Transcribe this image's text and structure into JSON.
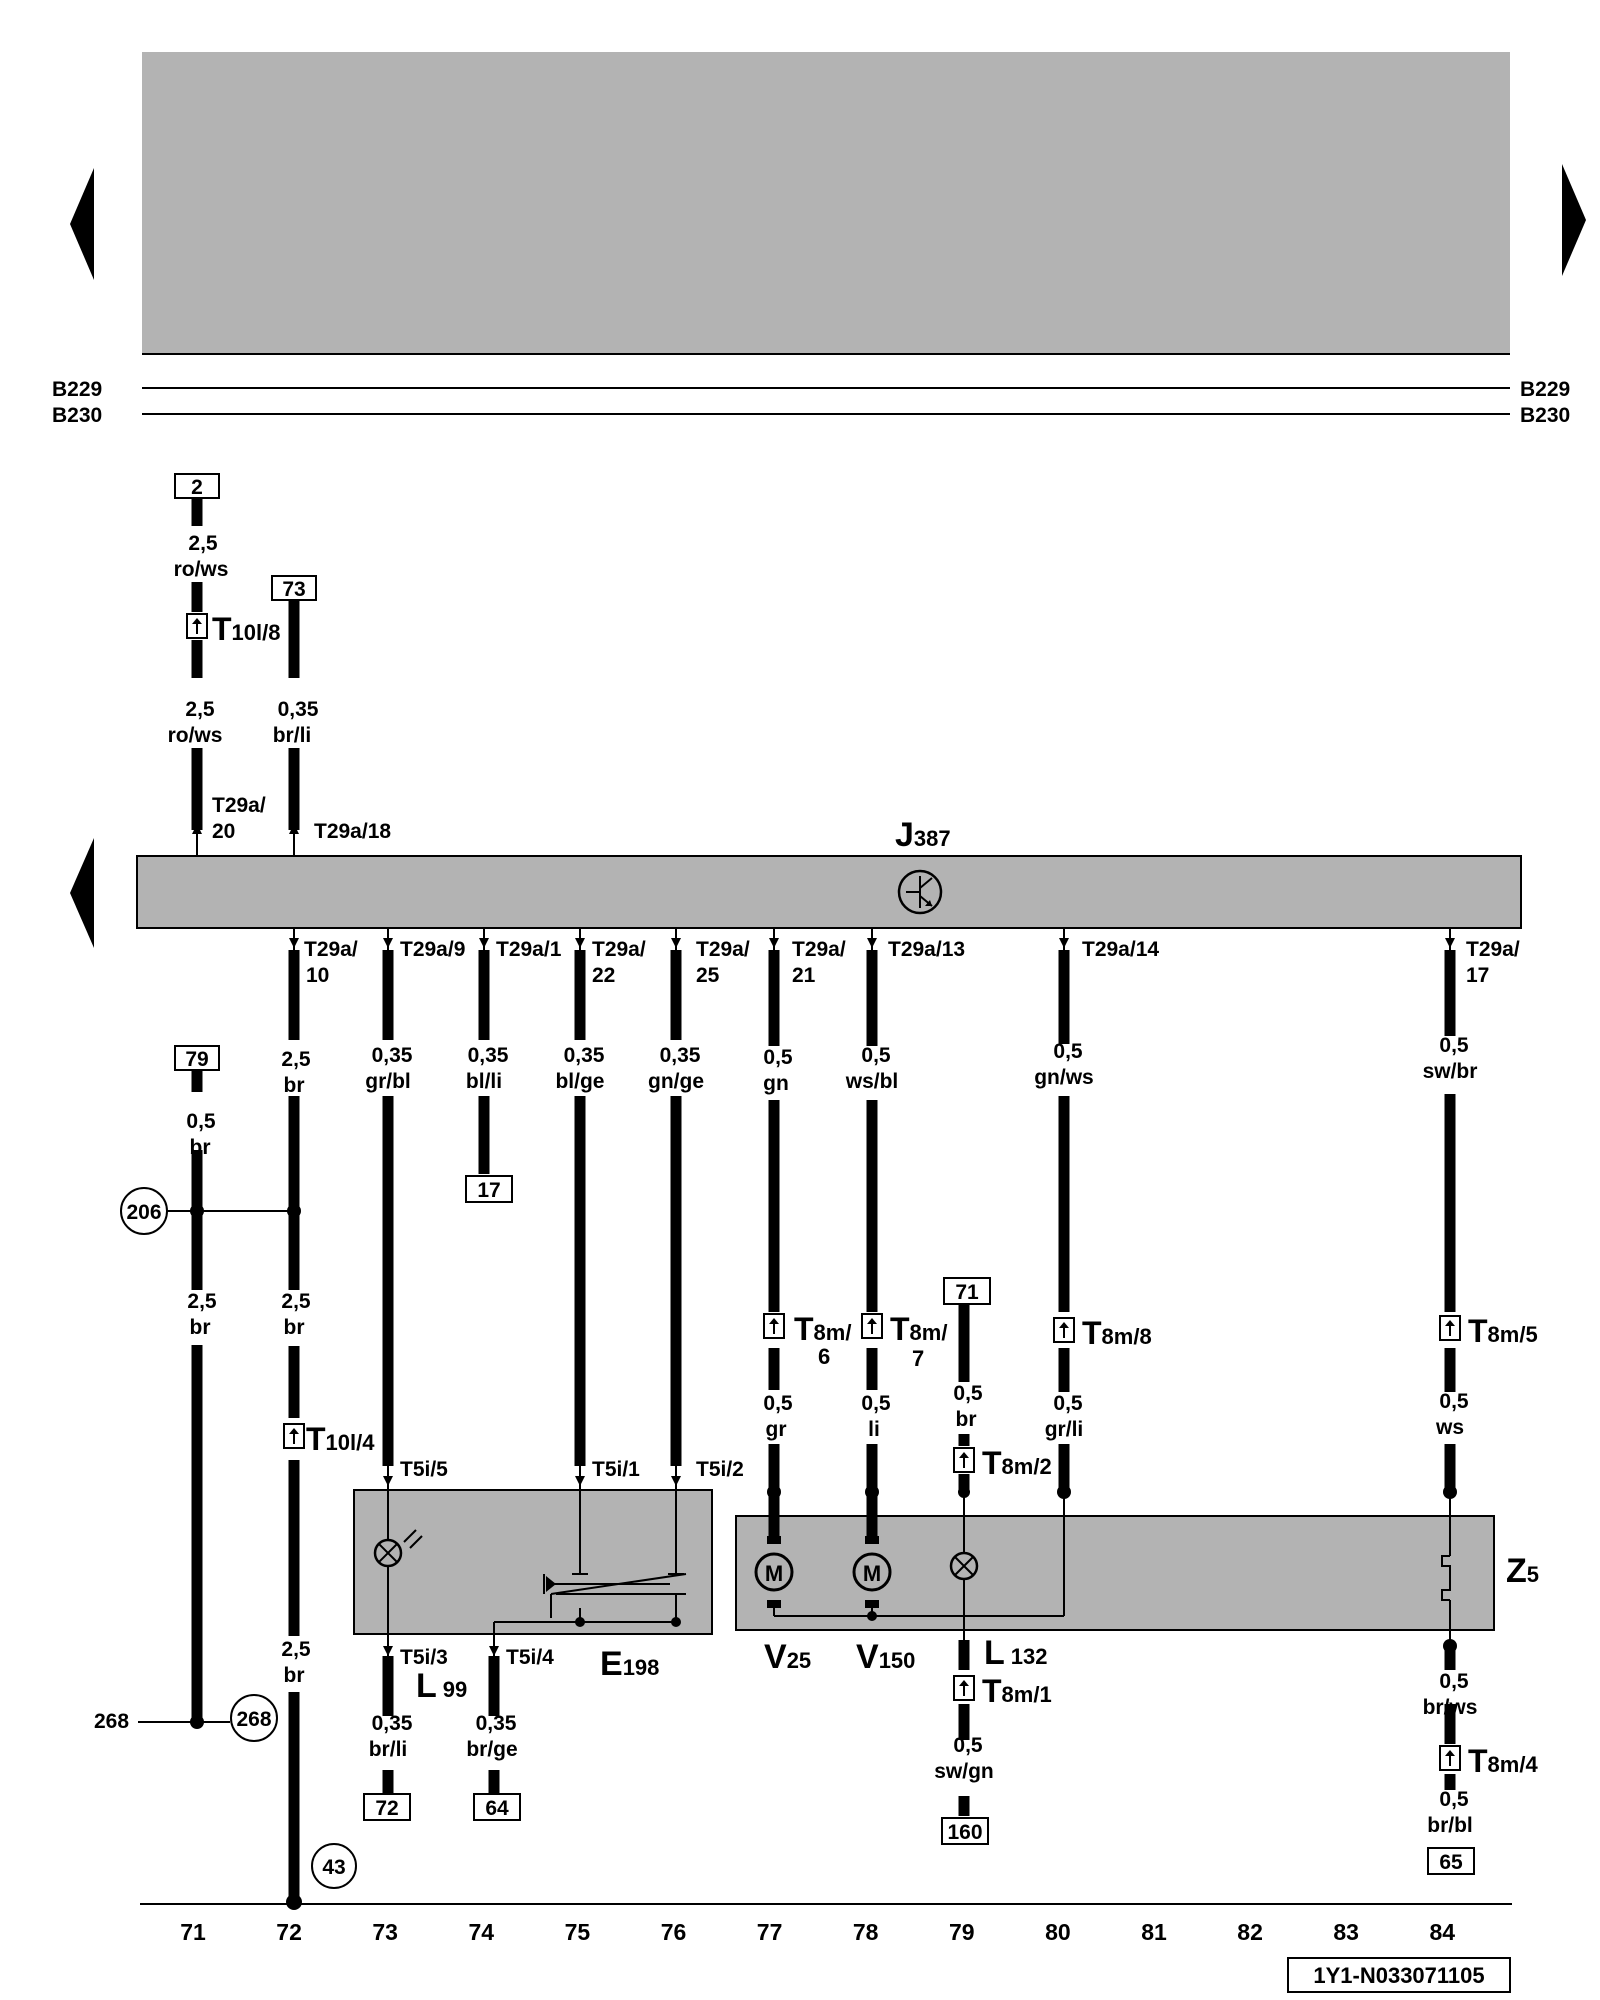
{
  "rails": {
    "left": [
      "B229",
      "B230"
    ],
    "right": [
      "B229",
      "B230"
    ]
  },
  "components": {
    "j387": {
      "name": "J",
      "sub": "387"
    },
    "e198": {
      "name": "E",
      "sub": "198"
    },
    "z5": {
      "name": "Z",
      "sub": "5"
    },
    "v25": {
      "name": "V",
      "sub": "25"
    },
    "v150": {
      "name": "V",
      "sub": "150"
    },
    "l132": {
      "name": "L",
      "sub": "132"
    },
    "l99": {
      "name": "L",
      "sub": "99"
    }
  },
  "wire_labels": {
    "w71a": [
      "2,5",
      "ro/ws"
    ],
    "w71b": [
      "2,5",
      "ro/ws"
    ],
    "w72a": [
      "0,35",
      "br/li"
    ],
    "w71c": [
      "0,5",
      "br"
    ],
    "w71d": [
      "2,5",
      "br"
    ],
    "w72b": [
      "2,5",
      "br"
    ],
    "w72c": [
      "2,5",
      "br"
    ],
    "w72d": [
      "2,5",
      "br"
    ],
    "w73a": [
      "0,35",
      "gr/bl"
    ],
    "w74a": [
      "0,35",
      "bl/li"
    ],
    "w75a": [
      "0,35",
      "bl/ge"
    ],
    "w76a": [
      "0,35",
      "gn/ge"
    ],
    "w77a": [
      "0,5",
      "gn"
    ],
    "w77b": [
      "0,5",
      "gr"
    ],
    "w78a": [
      "0,5",
      "ws/bl"
    ],
    "w78b": [
      "0,5",
      "li"
    ],
    "w79a": [
      "0,5",
      "br"
    ],
    "w79b": [
      "0,5",
      "sw/gn"
    ],
    "w80a": [
      "0,5",
      "gn/ws"
    ],
    "w80b": [
      "0,5",
      "gr/li"
    ],
    "w84a": [
      "0,5",
      "sw/br"
    ],
    "w84b": [
      "0,5",
      "ws"
    ],
    "w84c": [
      "0,5",
      "br/ws"
    ],
    "w84d": [
      "0,5",
      "br/bl"
    ],
    "w73b": [
      "0,35",
      "br/li"
    ],
    "w74b": [
      "0,35",
      "br/ge"
    ]
  },
  "pins": {
    "t29a20": [
      "T29a/",
      "20"
    ],
    "t29a18": "T29a/18",
    "t29a10": [
      "T29a/",
      "10"
    ],
    "t29a9": "T29a/9",
    "t29a1": "T29a/1",
    "t29a22": [
      "T29a/",
      "22"
    ],
    "t29a25": [
      "T29a/",
      "25"
    ],
    "t29a21": [
      "T29a/",
      "21"
    ],
    "t29a13": "T29a/13",
    "t29a14": "T29a/14",
    "t29a17": [
      "T29a/",
      "17"
    ],
    "t5i5": "T5i/5",
    "t5i1": "T5i/1",
    "t5i2": "T5i/2",
    "t5i3": "T5i/3",
    "t5i4": "T5i/4"
  },
  "connectors": {
    "t10l8": {
      "big": "T",
      "sub": "10l/8"
    },
    "t10l4": {
      "big": "T",
      "sub": "10l/4"
    },
    "t8m6": {
      "big": "T",
      "sub": [
        "8m/",
        "6"
      ]
    },
    "t8m7": {
      "big": "T",
      "sub": [
        "8m/",
        "7"
      ]
    },
    "t8m8": {
      "big": "T",
      "sub": "8m/8"
    },
    "t8m5": {
      "big": "T",
      "sub": "8m/5"
    },
    "t8m2": {
      "big": "T",
      "sub": "8m/2"
    },
    "t8m1": {
      "big": "T",
      "sub": "8m/1"
    },
    "t8m4": {
      "big": "T",
      "sub": "8m/4"
    }
  },
  "refs_boxed": {
    "r2": "2",
    "r73": "73",
    "r79": "79",
    "r17": "17",
    "r71": "71",
    "r72": "72",
    "r64": "64",
    "r160": "160",
    "r65": "65"
  },
  "refs_circled": {
    "c206": "206",
    "c268": "268",
    "c43": "43"
  },
  "ext_ref_268": "268",
  "motor_symbol": "M",
  "columns": [
    "71",
    "72",
    "73",
    "74",
    "75",
    "76",
    "77",
    "78",
    "79",
    "80",
    "81",
    "82",
    "83",
    "84"
  ],
  "doc_id": "1Y1-N033071105",
  "colors": {
    "wire": "#000000",
    "component_fill": "#b3b3b3",
    "background": "#ffffff"
  }
}
